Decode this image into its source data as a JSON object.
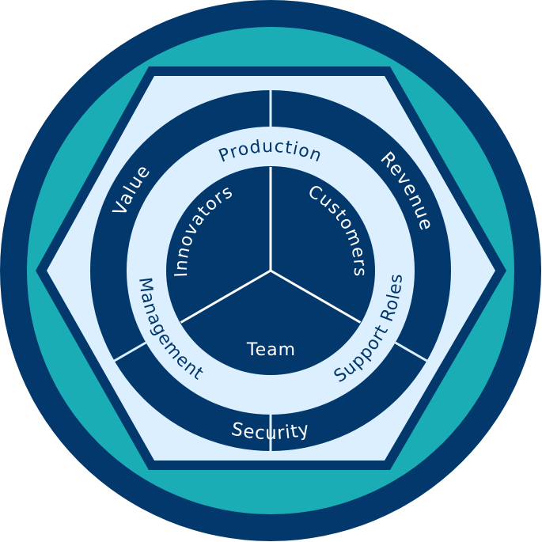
{
  "colors": {
    "navy": "#02386b",
    "teal": "#1aadb6",
    "light": "#dcefff",
    "divider": "#ffffff"
  },
  "outer_ring": {
    "value": "Value",
    "revenue": "Revenue",
    "security": "Security"
  },
  "middle_ring": {
    "production": "Production",
    "management": "Management",
    "support_roles": "Support Roles"
  },
  "inner_core": {
    "innovators": "Innovators",
    "customers": "Customers",
    "team": "Team"
  }
}
